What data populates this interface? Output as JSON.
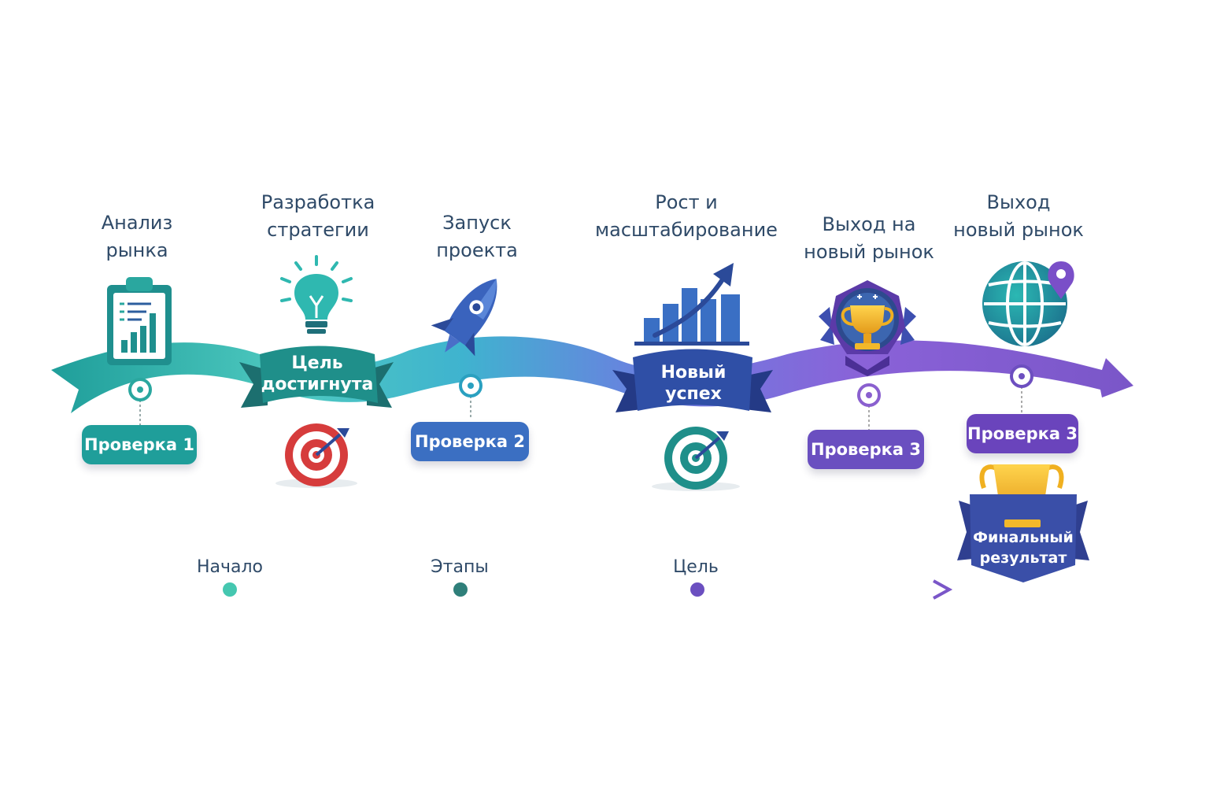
{
  "stages": [
    {
      "title": "Анализ\nрынка",
      "icon": "clipboard-chart-icon"
    },
    {
      "title": "Разработка\nстратегии",
      "icon": "lightbulb-icon"
    },
    {
      "title": "Запуск\nпроекта",
      "icon": "rocket-icon"
    },
    {
      "title": "Рост и\nмасштабирование",
      "icon": "growth-chart-icon"
    },
    {
      "title": "Выход на\nновый рынок",
      "icon": "trophy-badge-icon"
    },
    {
      "title": "Выход\nновый рынок",
      "icon": "globe-pin-icon"
    }
  ],
  "checks": [
    "Проверка 1",
    "Проверка 2",
    "Проверка 3",
    "Проверка 3"
  ],
  "ribbons": [
    "Цель\nдостигнута",
    "Новый\nуспех",
    "Финальный\nрезультат"
  ],
  "timeline": [
    "Начало",
    "Этапы",
    "Цель"
  ],
  "colors": {
    "teal": "#1f9e9a",
    "teal_light": "#45c7c0",
    "blue": "#3b6fc2",
    "navy": "#2e4a9e",
    "purple": "#7a56c8",
    "title": "#2f4a68"
  }
}
